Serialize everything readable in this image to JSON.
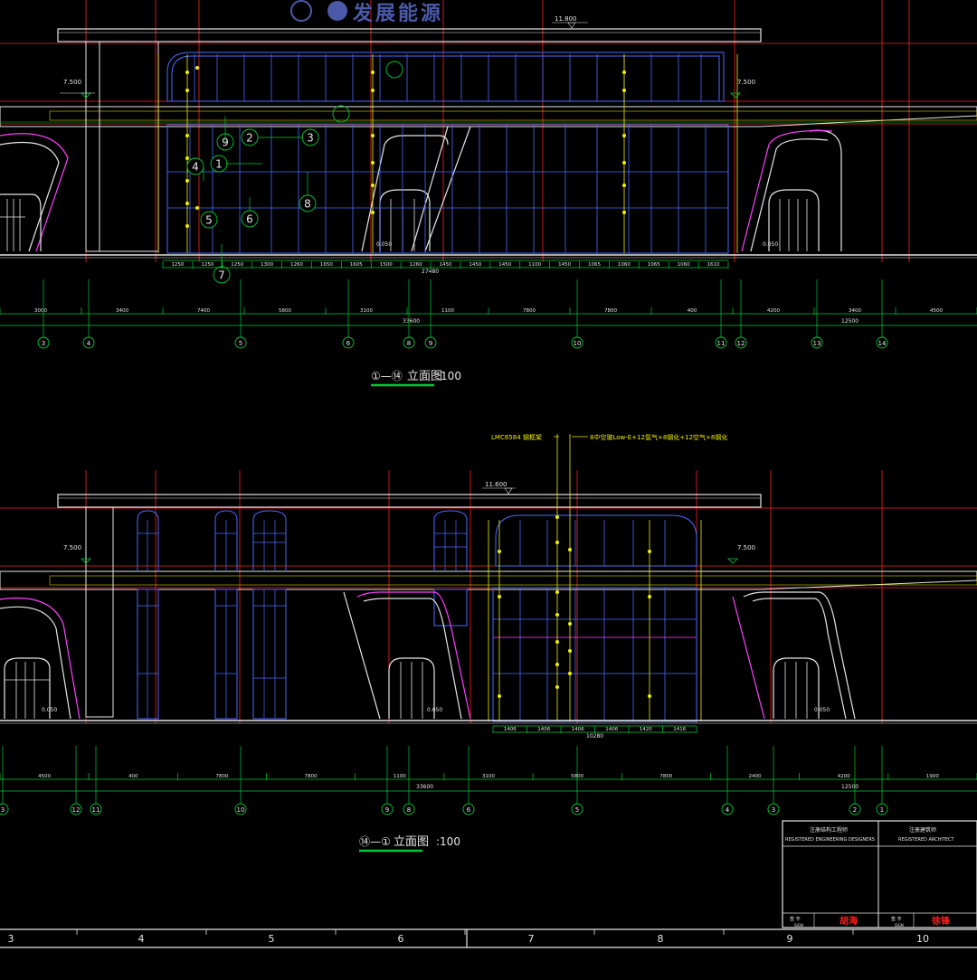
{
  "top_elevation": {
    "logo_text": "发展能源",
    "level_roof": "11.800",
    "level_floor": "7.500",
    "level_left": "7.500",
    "level_small": "0.050",
    "glass_labels": [
      "1",
      "2",
      "3",
      "4",
      "5",
      "6",
      "7",
      "8",
      "9"
    ],
    "segment_dims": [
      "1250",
      "1250",
      "1250",
      "1300",
      "1260",
      "1650",
      "1605",
      "1500",
      "1260",
      "1450",
      "1450",
      "1450",
      "1100",
      "1450",
      "1065",
      "1060",
      "1065",
      "1060",
      "1610"
    ],
    "glass_total": "27480",
    "axis_dims": [
      "3000",
      "3400",
      "7400",
      "5800",
      "3100",
      "1100",
      "7800",
      "7800",
      "400",
      "4200",
      "3400",
      "4500"
    ],
    "overall_total": "33600",
    "right_total": "12500",
    "axes": [
      "3",
      "4",
      "5",
      "6",
      "8",
      "9",
      "10",
      "11",
      "12",
      "13",
      "14"
    ],
    "caption_ref": "①—⑭",
    "caption": "立面图",
    "scale": ":100"
  },
  "bottom_elevation": {
    "note_left": "LMC6584 钢框架",
    "note_right": "8中空玻Low-E+12氩气+8钢化+12空气+8钢化",
    "level_roof": "11.600",
    "level_floor": "7.500",
    "level_left": "7.500",
    "level_small": "0.050",
    "segment_dims": [
      "1406",
      "1406",
      "1406",
      "1406",
      "1420",
      "1416"
    ],
    "glass_total": "10280",
    "axis_dims": [
      "4500",
      "400",
      "7800",
      "7800",
      "1100",
      "3100",
      "5800",
      "7800",
      "2400",
      "4200",
      "1900"
    ],
    "overall_total": "33600",
    "right_total": "12500",
    "axes": [
      "3",
      "12",
      "11",
      "10",
      "9",
      "8",
      "6",
      "5",
      "4",
      "3",
      "2",
      "1"
    ],
    "caption_ref": "⑭—①",
    "caption": "立面图",
    "scale": ":100"
  },
  "title_block": {
    "col1_title": "注册结构工程师",
    "col1_sub": "REGISTERED ENGINEERING DESIGNERS",
    "col2_title": "注册建筑师",
    "col2_sub": "REGISTERED ARCHITECT",
    "sign_label": "签 字",
    "sign_label_en": "SIGN",
    "stamp1": "胡海",
    "stamp2": "徐锋"
  },
  "sheet_ruler": [
    "3",
    "4",
    "5",
    "6",
    "7",
    "8",
    "9",
    "10"
  ],
  "colors": {
    "grid_red": "#ff2020",
    "axis_green": "#00cc33",
    "glass_blue": "#4a6aff",
    "dim_yellow": "#f0f000",
    "outline_white": "#e6e6e6",
    "magenta": "#ff40ff",
    "cyan": "#00e6e6",
    "logo_blue": "#4a5aa8"
  }
}
